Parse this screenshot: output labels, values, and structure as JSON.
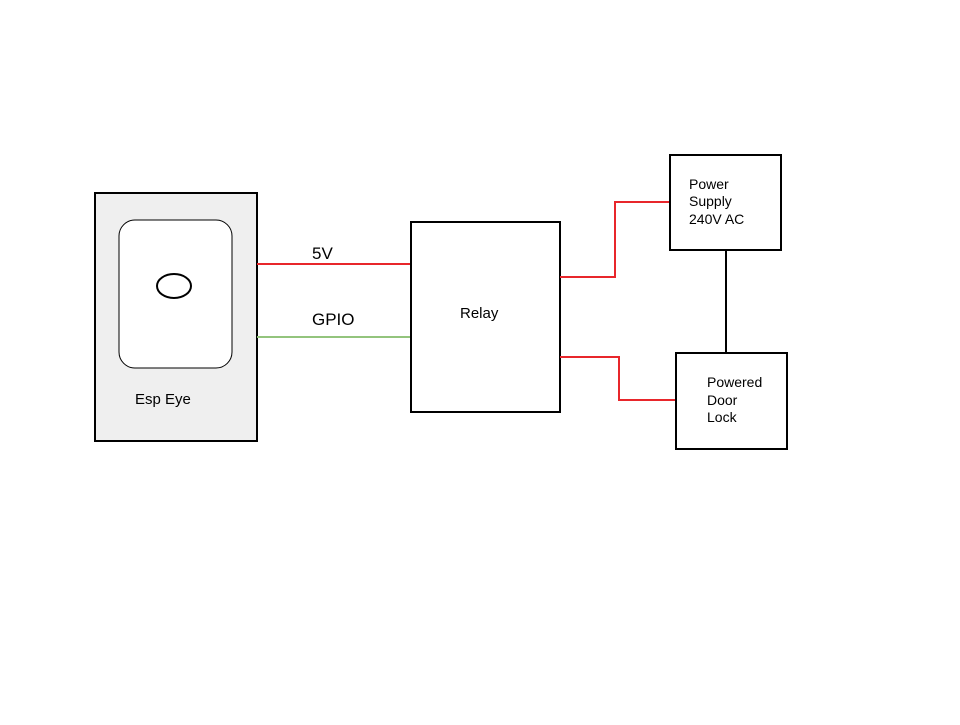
{
  "diagram": {
    "colors": {
      "background": "#ffffff",
      "stroke": "#000000",
      "device_fill": "#efefef",
      "power_wire": "#e8262b",
      "signal_wire": "#93c47d"
    },
    "nodes": {
      "esp_eye": {
        "label": "Esp Eye"
      },
      "relay": {
        "label": "Relay"
      },
      "power_supply": {
        "lines": [
          "Power",
          "Supply",
          "240V AC"
        ]
      },
      "door_lock": {
        "lines": [
          "Powered",
          "Door",
          "Lock"
        ]
      }
    },
    "wires": {
      "v5": {
        "label": "5V"
      },
      "gpio": {
        "label": "GPIO"
      }
    }
  }
}
